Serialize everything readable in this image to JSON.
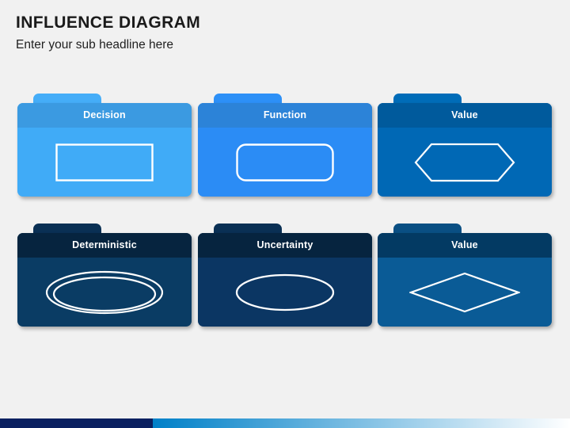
{
  "header": {
    "title": "INFLUENCE DIAGRAM",
    "subtitle": "Enter your sub headline here"
  },
  "cards": [
    {
      "label": "Decision",
      "shape": "rectangle",
      "header_color": "#3b9ae1",
      "body_color": "#40abf7",
      "tab_color": "#45adf8"
    },
    {
      "label": "Function",
      "shape": "rounded-rectangle",
      "header_color": "#2c83d8",
      "body_color": "#2b8cf5",
      "tab_color": "#2d90f7"
    },
    {
      "label": "Value",
      "shape": "hexagon",
      "header_color": "#005a9c",
      "body_color": "#0068b5",
      "tab_color": "#006cb8"
    },
    {
      "label": "Deterministic",
      "shape": "double-ellipse",
      "header_color": "#06243f",
      "body_color": "#0a3c64",
      "tab_color": "#0a3054"
    },
    {
      "label": "Uncertainty",
      "shape": "ellipse",
      "header_color": "#06243f",
      "body_color": "#0b3663",
      "tab_color": "#0a3054"
    },
    {
      "label": "Value",
      "shape": "diamond",
      "header_color": "#033a63",
      "body_color": "#0a5b96",
      "tab_color": "#0a4f83"
    }
  ],
  "bottom_bar": {
    "navy_color": "#0a2060",
    "gradient_start_color": "#0080c8",
    "gradient_end_color": "#ffffff"
  }
}
